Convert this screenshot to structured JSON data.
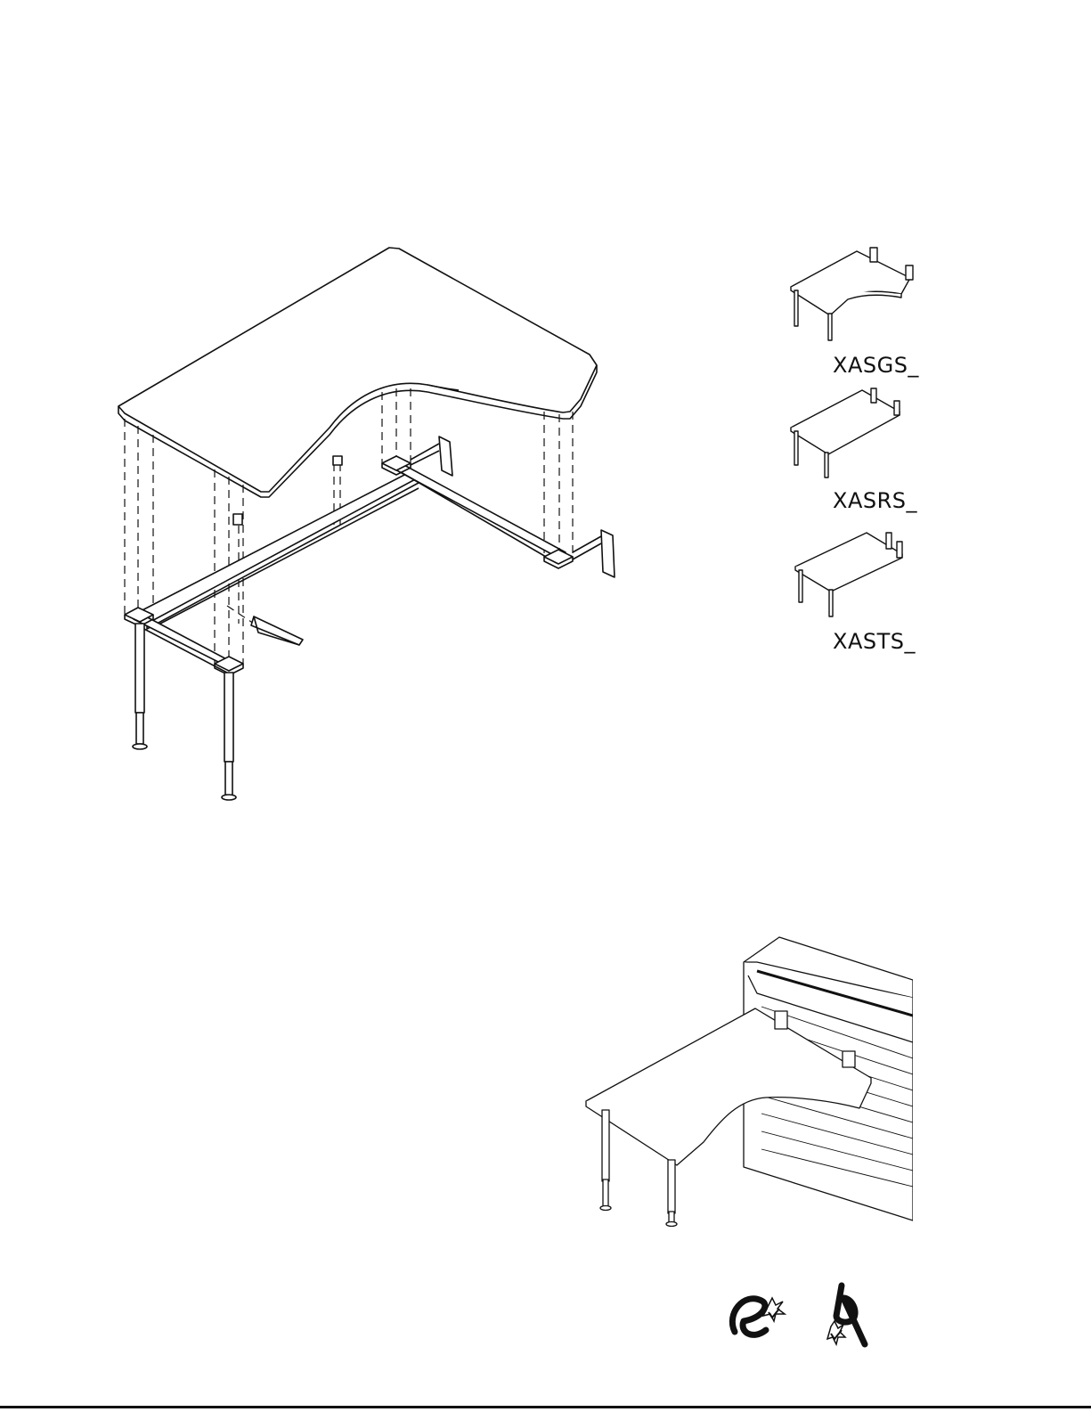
{
  "models": [
    {
      "code": "XASGS_"
    },
    {
      "code": "XASRS_"
    },
    {
      "code": "XASTS_"
    }
  ],
  "icons": {
    "logo_left": "e-eco-logo-icon",
    "logo_right": "quality-mark-logo-icon"
  },
  "colors": {
    "ink": "#111111",
    "paper": "#ffffff"
  }
}
